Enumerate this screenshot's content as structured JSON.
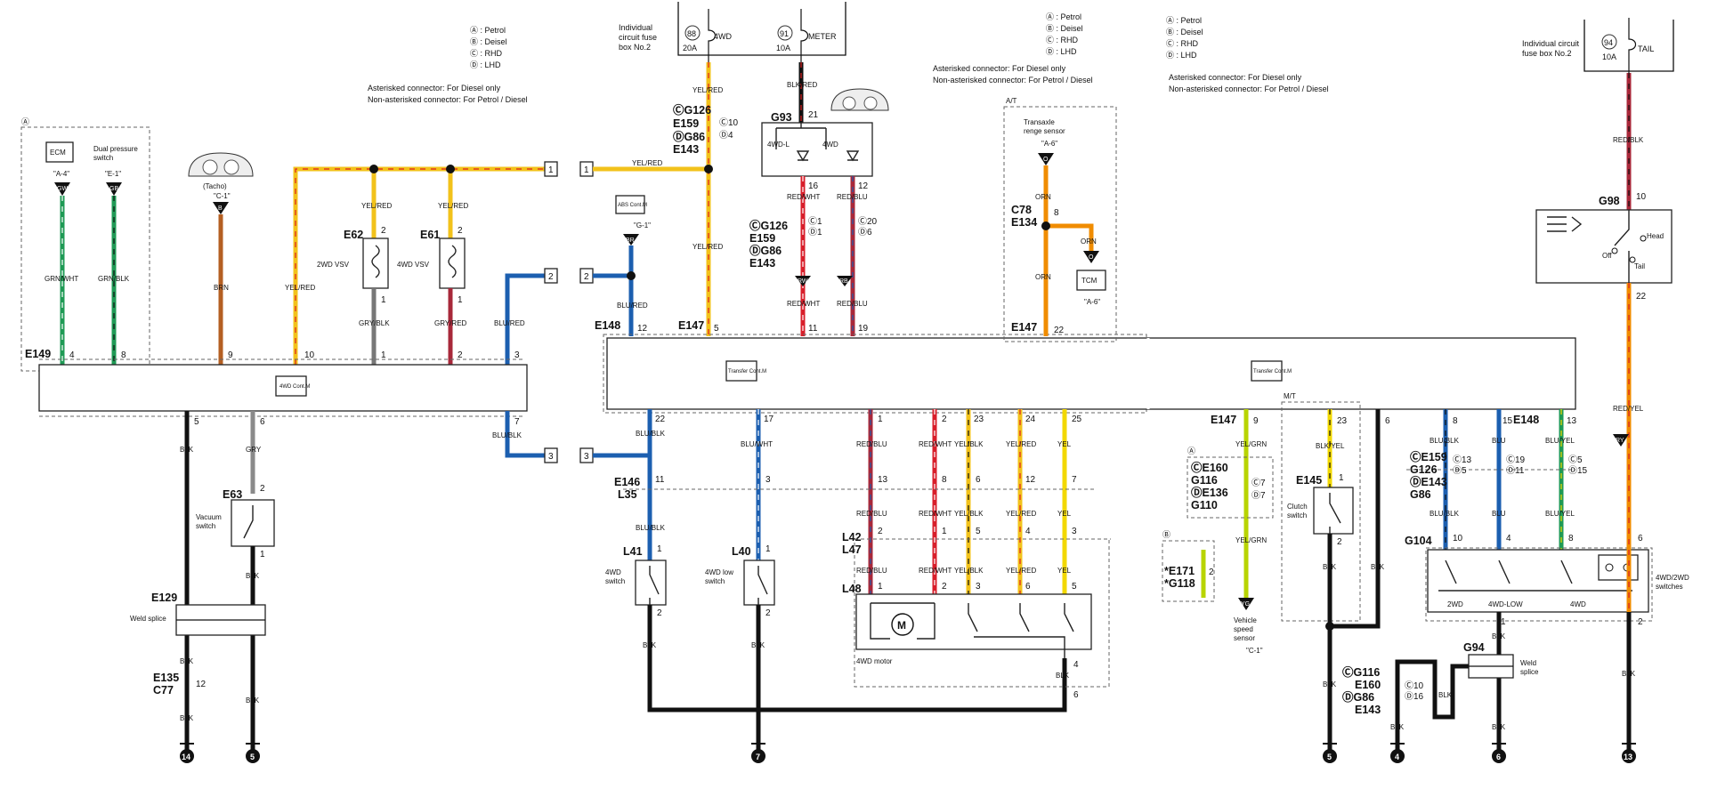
{
  "legend": {
    "variants": [
      "Ⓐ : Petrol",
      "Ⓑ : Deisel",
      "Ⓒ : RHD",
      "Ⓓ : LHD"
    ],
    "asterisk_note_1": "Asterisked connector: For Diesel only",
    "asterisk_note_2": "Non-asterisked connector: For Petrol / Diesel"
  },
  "fuse_box": {
    "label_1": "Individual",
    "label_2": "circuit fuse",
    "label_3": "box No.2",
    "label_r1": "Individual circuit",
    "label_r2": "fuse box No.2",
    "fuses": [
      {
        "num": "88",
        "amp": "20A",
        "name": "4WD"
      },
      {
        "num": "91",
        "amp": "10A",
        "name": "METER"
      },
      {
        "num": "94",
        "amp": "10A",
        "name": "TAIL"
      }
    ]
  },
  "left": {
    "variant_mark": "Ⓐ",
    "ecm": "ECM",
    "ecm_ref": "\"A-4\"",
    "dual_label_1": "Dual pressure",
    "dual_label_2": "switch",
    "dual_ref": "\"E-1\"",
    "gw": "GW",
    "gb": "GB",
    "tacho_label": "(Tacho)",
    "tacho_ref": "\"C-1\"",
    "b_tag": "B",
    "w1": "GRN/WHT",
    "w2": "GRN/BLK",
    "w3": "BRN",
    "w4": "YEL/RED",
    "e62": "E62",
    "e62_name": "2WD VSV",
    "e61": "E61",
    "e61_name": "4WD VSV",
    "yr": "YEL/RED",
    "gry_blk": "GRY/BLK",
    "gry_red": "GRY/RED",
    "blu_red": "BLU/RED",
    "e149": "E149",
    "pins": [
      "4",
      "8",
      "9",
      "10",
      "1",
      "2",
      "3"
    ],
    "ctrl": "4WD Cont.M",
    "pin_5": "5",
    "pin_6": "6",
    "pin_7": "7",
    "blk": "BLK",
    "gry": "GRY",
    "blu_blk": "BLU/BLK",
    "e63": "E63",
    "vac_1": "Vacuum",
    "vac_2": "switch",
    "e129": "E129",
    "weld": "Weld splice",
    "e135": "E135",
    "c77": "C77",
    "pin_12": "12",
    "ground_14": "14",
    "ground_5": "5",
    "pin_2": "2",
    "pin_1": "1"
  },
  "connectors": {
    "one": "1",
    "two": "2",
    "three": "3",
    "yel_red": "YEL/RED",
    "abs": "ABS Cont.M",
    "abs_ref": "\"G-1\"",
    "br": "BR",
    "blu_red": "BLU/RED",
    "e148": "E148",
    "pin_12": "12"
  },
  "center": {
    "cg126": "ⒸG126",
    "e159": "E159",
    "dg86": "ⒹG86",
    "e143": "E143",
    "c10": "Ⓒ10",
    "d4": "Ⓓ4",
    "yr": "YEL/RED",
    "blk_red": "BLK/RED",
    "g93": "G93",
    "p21": "21",
    "led_l": "4WD-L",
    "led_r": "4WD",
    "p16": "16",
    "p12": "12",
    "red_wht": "RED/WHT",
    "red_blu": "RED/BLU",
    "c1": "Ⓒ1",
    "d1": "Ⓓ1",
    "c20": "Ⓒ20",
    "d6": "Ⓓ6",
    "rw": "RW",
    "rb": "RB",
    "e147": "E147",
    "p5": "5",
    "p11": "11",
    "p19": "19",
    "tcm_name": "Transfer Cont.M",
    "bottom_pins": [
      "22",
      "17",
      "1",
      "2",
      "23",
      "24",
      "25"
    ],
    "bottom_wires": [
      "BLU/BLK",
      "BLU/WHT",
      "RED/BLU",
      "RED/WHT",
      "YEL/BLK",
      "YEL/RED",
      "YEL"
    ],
    "e146": "E146",
    "l35": "L35",
    "mid_pins": [
      "11",
      "3",
      "13",
      "8",
      "6",
      "12",
      "7"
    ],
    "l41": "L41",
    "l40": "L40",
    "sw4wd_1": "4WD",
    "sw4wd_2": "switch",
    "low_1": "4WD low",
    "low_2": "switch",
    "l42": "L42",
    "l47": "L47",
    "l48": "L48",
    "mid2_pins": [
      "2",
      "1",
      "5",
      "4",
      "3"
    ],
    "motor_pins": [
      "1",
      "2",
      "3",
      "6",
      "5"
    ],
    "motor_name": "4WD motor",
    "p4": "4",
    "p6": "6",
    "p2": "2",
    "p1": "1",
    "blk": "BLK",
    "ground_7": "7"
  },
  "at": {
    "title": "A/T",
    "sensor_1": "Transaxle",
    "sensor_2": "renge sensor",
    "ref": "\"A-6\"",
    "o_tag": "O",
    "orn": "ORN",
    "c78": "C78",
    "e134": "E134",
    "p8": "8",
    "tcm": "TCM",
    "tcm_ref": "\"A-6\"",
    "e147": "E147",
    "p22": "22"
  },
  "mt": {
    "title": "M/T",
    "e147": "E147",
    "p9": "9",
    "yel_grn": "YEL/GRN",
    "variant_a": "Ⓐ",
    "variant_b": "Ⓑ",
    "ce160": "ⒸE160",
    "g116": "G116",
    "de136": "ⒹE136",
    "g110": "G110",
    "c7": "Ⓒ7",
    "d7": "Ⓓ7",
    "e171": "*E171",
    "g118": "*G118",
    "p2": "2",
    "yg": "YG",
    "vss_1": "Vehicle",
    "vss_2": "speed",
    "vss_3": "sensor",
    "vss_ref": "\"C-1\"",
    "p23": "23",
    "blk_yel": "BLK/YEL",
    "e145": "E145",
    "clutch_1": "Clutch",
    "clutch_2": "switch",
    "p1": "1",
    "blk": "BLK",
    "p6": "6",
    "ground_5": "5"
  },
  "right": {
    "pins": [
      "8",
      "15",
      "13"
    ],
    "wires": [
      "BLU/BLK",
      "BLU",
      "BLU/YEL"
    ],
    "e148": "E148",
    "ce159": "ⒸE159",
    "g126": "G126",
    "de143": "ⒹE143",
    "g86": "G86",
    "cref": [
      "Ⓒ13",
      "Ⓒ19",
      "Ⓒ5"
    ],
    "dref": [
      "Ⓓ5",
      "Ⓓ11",
      "Ⓓ15"
    ],
    "g104": "G104",
    "sw_pins": [
      "10",
      "4",
      "8"
    ],
    "p6": "6",
    "modes": [
      "2WD",
      "4WD-LOW",
      "4WD"
    ],
    "sw_name_1": "4WD/2WD",
    "sw_name_2": "switches",
    "p2": "2",
    "p1": "1",
    "g94": "G94",
    "weld_1": "Weld",
    "weld_2": "splice",
    "cg116": "ⒸG116",
    "e160": "E160",
    "dg86": "ⒹG86",
    "e143": "E143",
    "c10": "Ⓒ10",
    "d16": "Ⓓ16",
    "blk": "BLK",
    "ground_4": "4",
    "ground_6": "6",
    "ground_13": "13",
    "red_blk": "RED/BLK",
    "g98": "G98",
    "p10": "10",
    "p22": "22",
    "head": "Head",
    "tail": "Tail",
    "off": "Off",
    "red_yel": "RED/YEL",
    "ry": "RY",
    "tcm": "Transfer Cont.M"
  },
  "colors": {
    "yellow": "#f2c21b",
    "orange": "#f08c00",
    "green": "#1f9a55",
    "blue": "#1c5fb0",
    "red": "#d81e2a",
    "maroon": "#a8283a",
    "brown": "#b45f22",
    "gray": "#8a8a8a",
    "black": "#111111",
    "lime": "#b8d400"
  }
}
